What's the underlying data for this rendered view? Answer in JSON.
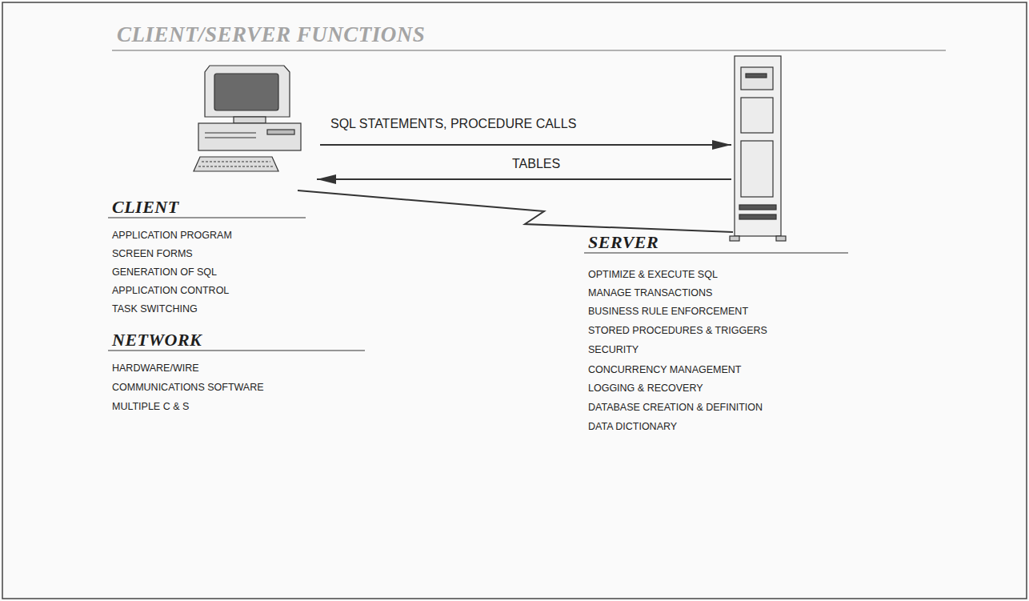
{
  "diagram": {
    "title": "CLIENT/SERVER FUNCTIONS",
    "labels": [
      "SQL STATEMENTS, PROCEDURE CALLS",
      "TABLES",
      "CLIENT",
      "APPLICATION PROGRAM",
      "SCREEN FORMS",
      "GENERATION OF SQL",
      "APPLICATION CONTROL",
      "TASK SWITCHING",
      "NETWORK",
      "HARDWARE/WIRE",
      "COMMUNICATIONS SOFTWARE",
      "MULTIPLE C & S",
      "SERVER",
      "OPTIMIZE & EXECUTE SQL",
      "MANAGE TRANSACTIONS",
      "BUSINESS RULE ENFORCEMENT",
      "STORED PROCEDURES & TRIGGERS",
      "SECURITY",
      "CONCURRENCY MANAGEMENT",
      "LOGGING & RECOVERY",
      "DATABASE CREATION & DEFINITION",
      "DATA DICTIONARY"
    ]
  }
}
